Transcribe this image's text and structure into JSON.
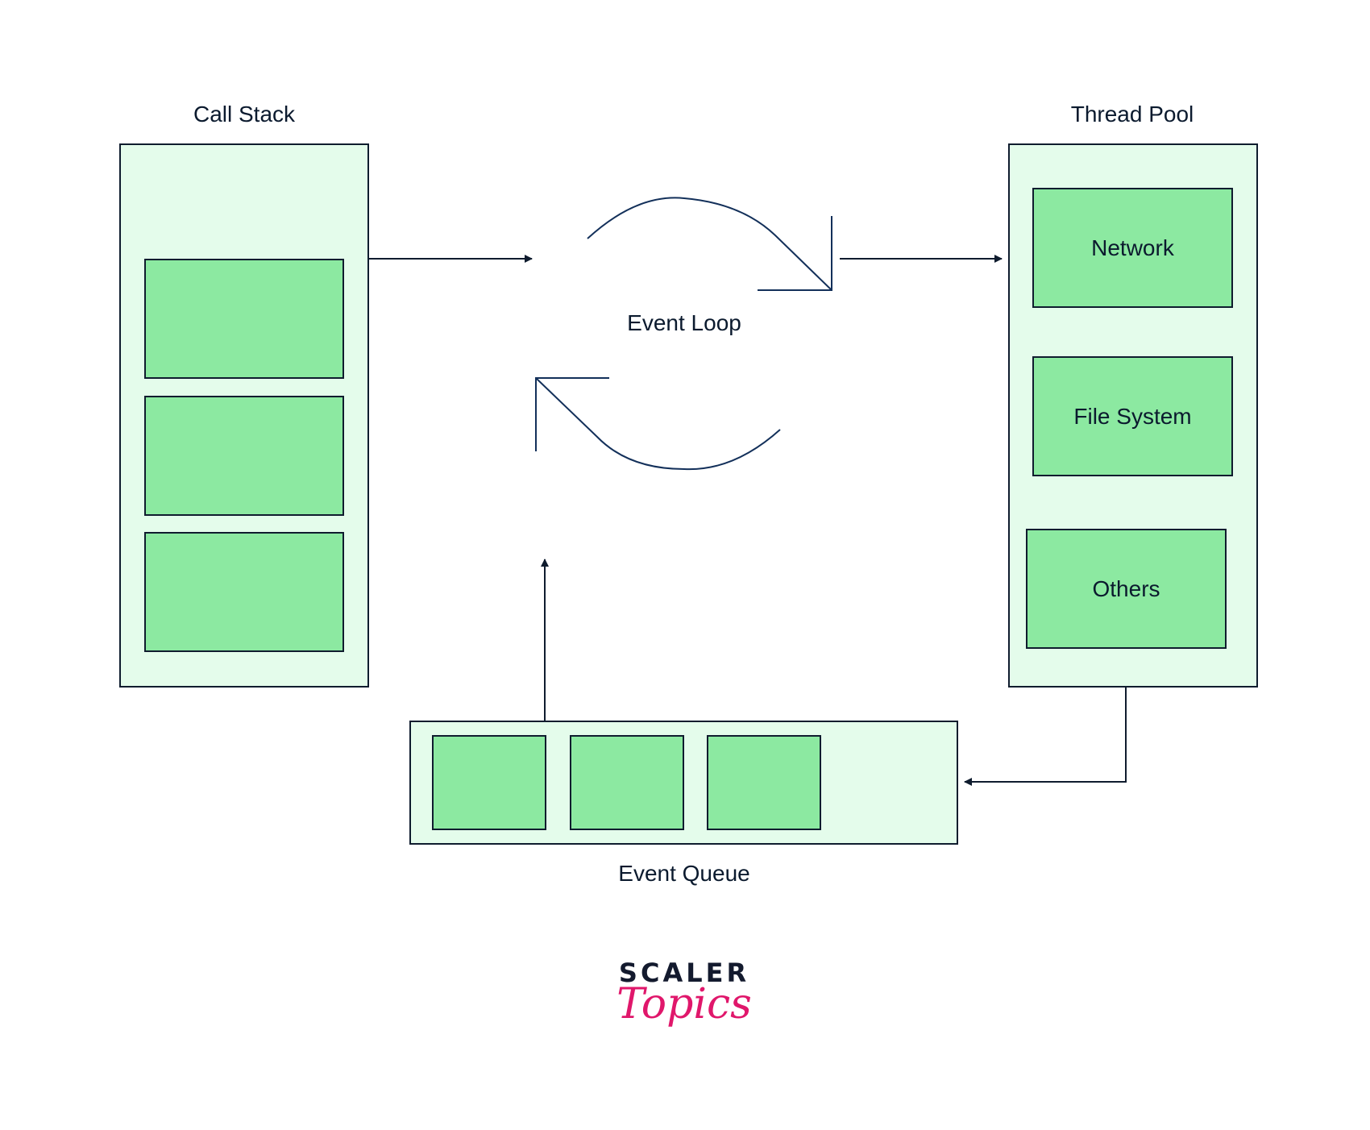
{
  "call_stack": {
    "title": "Call Stack",
    "frames": [
      "",
      "",
      ""
    ]
  },
  "thread_pool": {
    "title": "Thread Pool",
    "workers": [
      "Network",
      "File System",
      "Others"
    ]
  },
  "event_loop": {
    "title": "Event Loop"
  },
  "event_queue": {
    "title": "Event Queue",
    "items": [
      "",
      "",
      ""
    ]
  },
  "logo": {
    "line1": "SCALER",
    "line2": "Topics"
  },
  "colors": {
    "panel": "#e4fceb",
    "cell": "#8ce9a1",
    "stroke": "#0f1c2e",
    "loop": "#13305a",
    "brand_pink": "#e0176b"
  }
}
